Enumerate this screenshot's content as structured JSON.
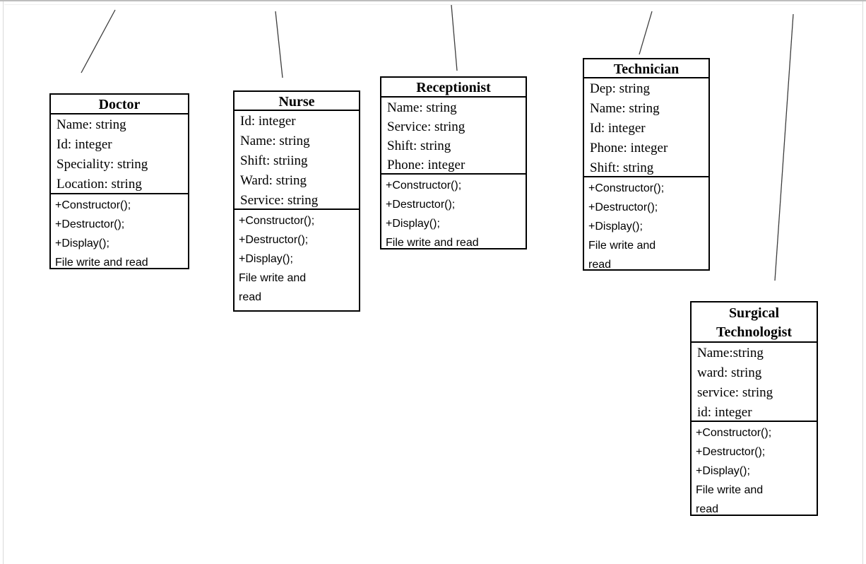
{
  "diagram": {
    "type": "uml-class-diagram",
    "classes": [
      {
        "name": "Doctor",
        "attributes": [
          "Name: string",
          "Id: integer",
          "Speciality: string",
          "Location: string"
        ],
        "methods": [
          "+Constructor();",
          "+Destructor();",
          "+Display();",
          "File write and read"
        ]
      },
      {
        "name": "Nurse",
        "attributes": [
          "Id: integer",
          "Name: string",
          "Shift: striing",
          "Ward: string",
          "Service: string"
        ],
        "methods": [
          "+Constructor();",
          "+Destructor();",
          "+Display();",
          "File write and",
          "read"
        ]
      },
      {
        "name": "Receptionist",
        "attributes": [
          "Name: string",
          "Service: string",
          "Shift: string",
          "Phone: integer"
        ],
        "methods": [
          "+Constructor();",
          "+Destructor();",
          "+Display();",
          "File write and read"
        ]
      },
      {
        "name": "Technician",
        "attributes": [
          "Dep: string",
          "Name: string",
          "Id: integer",
          "Phone: integer",
          "Shift: string"
        ],
        "methods": [
          "+Constructor();",
          "+Destructor();",
          "+Display();",
          "File write and",
          "read"
        ]
      },
      {
        "name": "Surgical Technologist",
        "attributes": [
          "Name:string",
          "ward: string",
          "service: string",
          "id: integer"
        ],
        "methods": [
          "+Constructor();",
          "+Destructor();",
          "+Display();",
          "File write and",
          "read"
        ]
      }
    ]
  },
  "colors": {
    "box_border": "#000000",
    "text": "#000000",
    "connector": "#3d3d3d",
    "page_background": "#ffffff",
    "page_edge": "#bdbdbd"
  }
}
